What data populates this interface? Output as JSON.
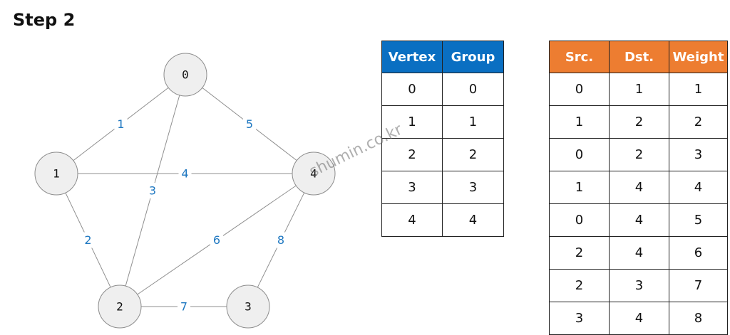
{
  "title": "Step 2",
  "watermark": "shumin.co.kr",
  "colors": {
    "group_header": "#0a6fc2",
    "edge_header": "#ed7d31",
    "edge_label": "#1f78c1",
    "node_fill": "#efefef",
    "node_stroke": "#8c8c8c"
  },
  "graph": {
    "nodes": [
      {
        "id": 0,
        "label": "0"
      },
      {
        "id": 1,
        "label": "1"
      },
      {
        "id": 2,
        "label": "2"
      },
      {
        "id": 3,
        "label": "3"
      },
      {
        "id": 4,
        "label": "4"
      }
    ],
    "edges": [
      {
        "src": 0,
        "dst": 1,
        "weight": "1"
      },
      {
        "src": 1,
        "dst": 2,
        "weight": "2"
      },
      {
        "src": 0,
        "dst": 2,
        "weight": "3"
      },
      {
        "src": 1,
        "dst": 4,
        "weight": "4"
      },
      {
        "src": 0,
        "dst": 4,
        "weight": "5"
      },
      {
        "src": 2,
        "dst": 4,
        "weight": "6"
      },
      {
        "src": 2,
        "dst": 3,
        "weight": "7"
      },
      {
        "src": 3,
        "dst": 4,
        "weight": "8"
      }
    ]
  },
  "group_table": {
    "headers": [
      "Vertex",
      "Group"
    ],
    "rows": [
      [
        "0",
        "0"
      ],
      [
        "1",
        "1"
      ],
      [
        "2",
        "2"
      ],
      [
        "3",
        "3"
      ],
      [
        "4",
        "4"
      ]
    ]
  },
  "edge_table": {
    "headers": [
      "Src.",
      "Dst.",
      "Weight"
    ],
    "rows": [
      [
        "0",
        "1",
        "1"
      ],
      [
        "1",
        "2",
        "2"
      ],
      [
        "0",
        "2",
        "3"
      ],
      [
        "1",
        "4",
        "4"
      ],
      [
        "0",
        "4",
        "5"
      ],
      [
        "2",
        "4",
        "6"
      ],
      [
        "2",
        "3",
        "7"
      ],
      [
        "3",
        "4",
        "8"
      ]
    ]
  }
}
